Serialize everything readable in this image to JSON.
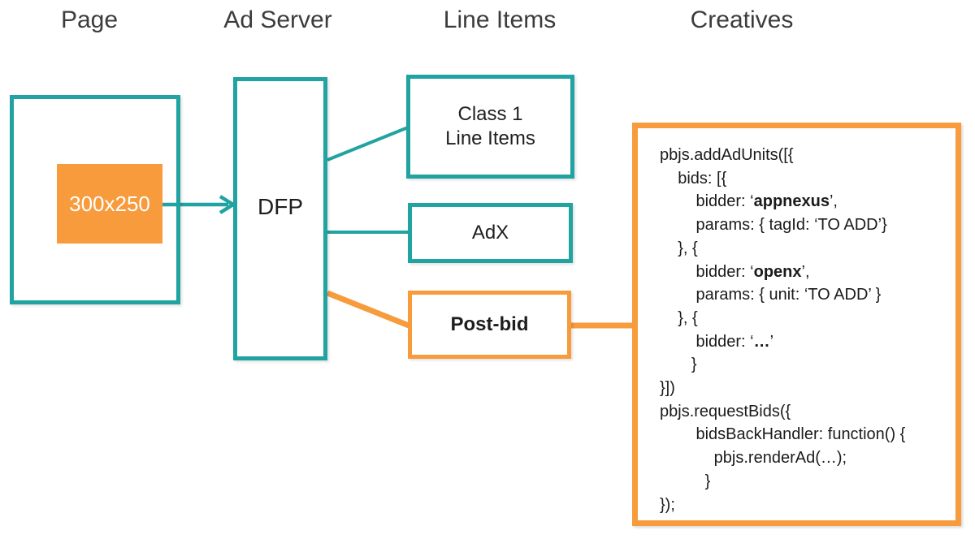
{
  "colors": {
    "teal": "#21A3A1",
    "orange": "#F79B3D",
    "heading": "#3C3C3C",
    "label": "#1E1E1E",
    "code_text": "#1B1B1B",
    "slot_text": "#FFFFFF",
    "background": "#FFFFFF"
  },
  "headers": {
    "page": "Page",
    "ad_server": "Ad Server",
    "line_items": "Line Items",
    "creatives": "Creatives"
  },
  "page_column": {
    "ad_slot_label": "300x250"
  },
  "ad_server_column": {
    "dfp_label": "DFP"
  },
  "line_items_column": {
    "class1_lines": [
      "Class 1",
      "Line Items"
    ],
    "adx_label": "AdX",
    "postbid_label": "Post-bid"
  },
  "creatives_column": {
    "code_lines": [
      [
        {
          "t": "pbjs.addAdUnits([{"
        }
      ],
      [
        {
          "t": "    bids: [{"
        }
      ],
      [
        {
          "t": "        bidder: ‘"
        },
        {
          "t": "appnexus",
          "b": true
        },
        {
          "t": "’,"
        }
      ],
      [
        {
          "t": "        params: { tagId: ‘TO ADD’}"
        }
      ],
      [
        {
          "t": "    }, {"
        }
      ],
      [
        {
          "t": "        bidder: ‘"
        },
        {
          "t": "openx",
          "b": true
        },
        {
          "t": "’,"
        }
      ],
      [
        {
          "t": "        params: { unit: ‘TO ADD’ }"
        }
      ],
      [
        {
          "t": "    }, {"
        }
      ],
      [
        {
          "t": "        bidder: ‘"
        },
        {
          "t": "…",
          "b": true
        },
        {
          "t": "’"
        }
      ],
      [
        {
          "t": "       }"
        }
      ],
      [
        {
          "t": "}])"
        }
      ],
      [
        {
          "t": "pbjs.requestBids({"
        }
      ],
      [
        {
          "t": "        bidsBackHandler: function() {"
        }
      ],
      [
        {
          "t": "            pbjs.renderAd(…);"
        }
      ],
      [
        {
          "t": "          }"
        }
      ],
      [
        {
          "t": "});"
        }
      ]
    ]
  }
}
